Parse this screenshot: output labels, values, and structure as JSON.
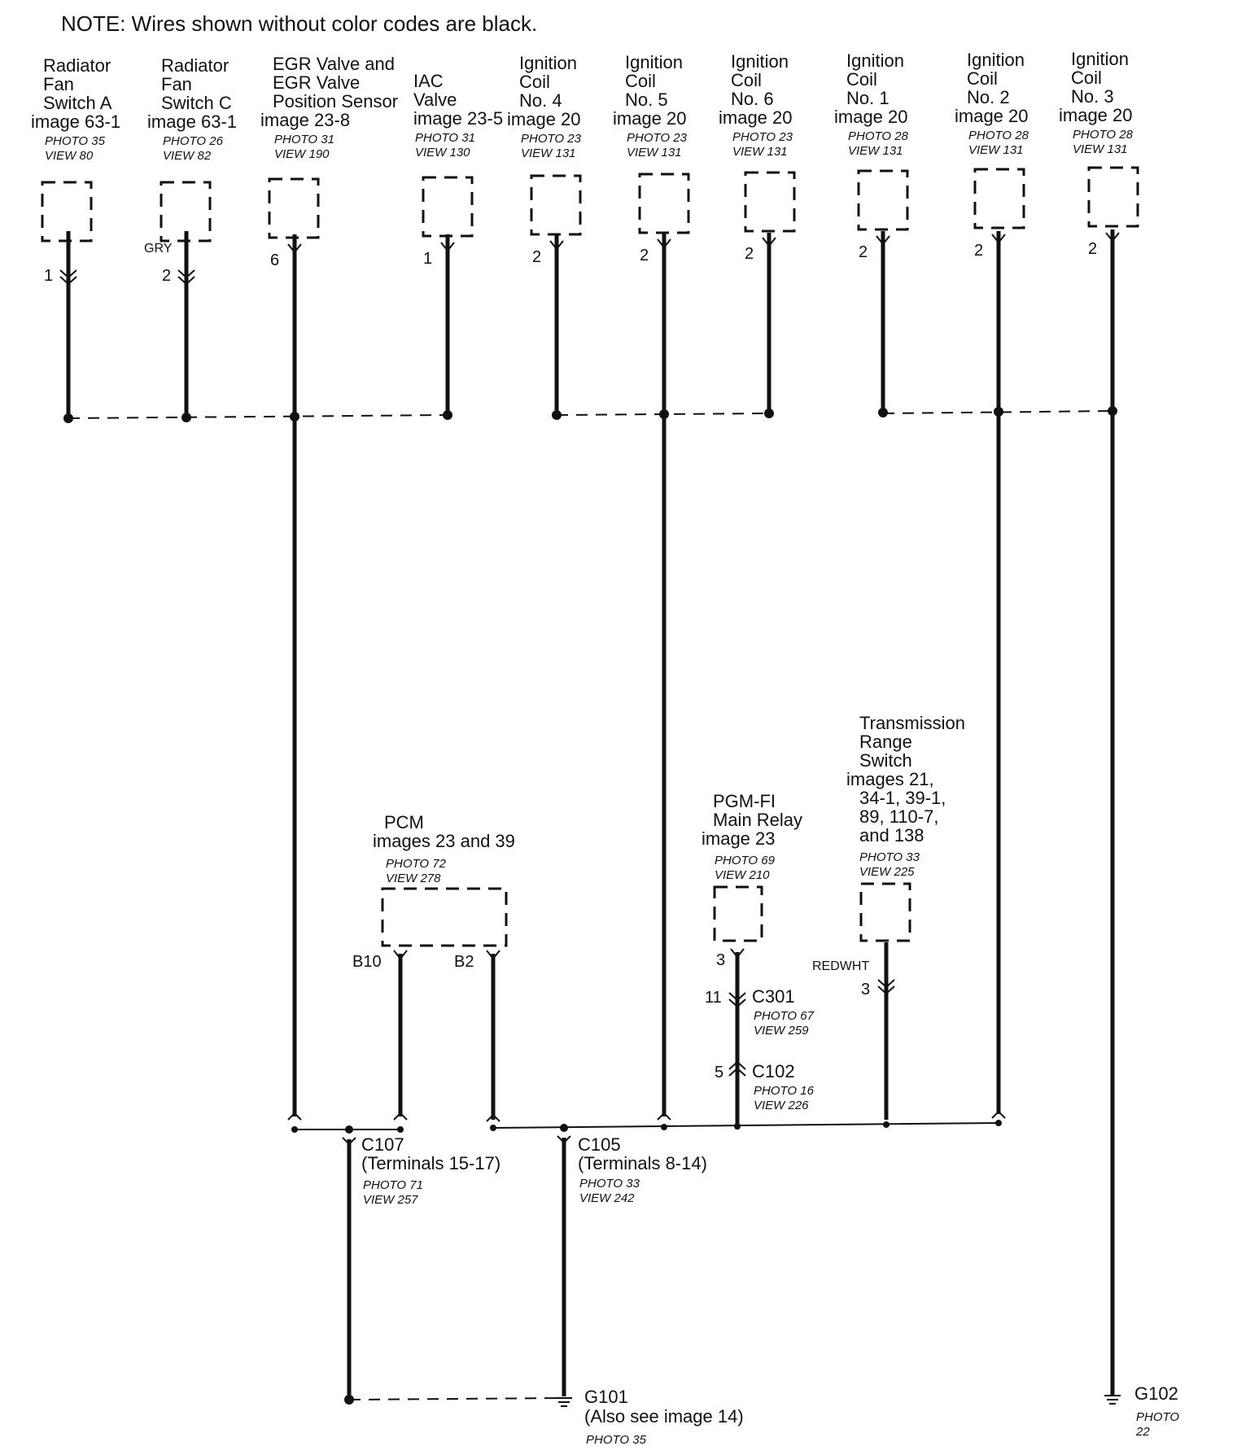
{
  "note": "NOTE: Wires shown without color codes are black.",
  "components": [
    {
      "id": "rfsa",
      "lines": [
        "Radiator",
        "Fan",
        "Switch A",
        "image 63-1"
      ],
      "photo": "PHOTO 35",
      "view": "VIEW 80",
      "pin": "1",
      "wire_color": ""
    },
    {
      "id": "rfsc",
      "lines": [
        "Radiator",
        "Fan",
        "Switch C",
        "image 63-1"
      ],
      "photo": "PHOTO 26",
      "view": "VIEW 82",
      "pin": "2",
      "wire_color": "GRY"
    },
    {
      "id": "egr",
      "lines": [
        "EGR Valve and",
        "EGR Valve",
        "Position Sensor",
        "image 23-8"
      ],
      "photo": "PHOTO 31",
      "view": "VIEW 190",
      "pin": "6",
      "wire_color": ""
    },
    {
      "id": "iac",
      "lines": [
        "IAC",
        "Valve",
        "image 23-5"
      ],
      "photo": "PHOTO 31",
      "view": "VIEW 130",
      "pin": "1",
      "wire_color": ""
    },
    {
      "id": "ic4",
      "lines": [
        "Ignition",
        "Coil",
        "No. 4",
        "image 20"
      ],
      "photo": "PHOTO 23",
      "view": "VIEW 131",
      "pin": "2",
      "wire_color": ""
    },
    {
      "id": "ic5",
      "lines": [
        "Ignition",
        "Coil",
        "No. 5",
        "image 20"
      ],
      "photo": "PHOTO 23",
      "view": "VIEW 131",
      "pin": "2",
      "wire_color": ""
    },
    {
      "id": "ic6",
      "lines": [
        "Ignition",
        "Coil",
        "No. 6",
        "image 20"
      ],
      "photo": "PHOTO 23",
      "view": "VIEW 131",
      "pin": "2",
      "wire_color": ""
    },
    {
      "id": "ic1",
      "lines": [
        "Ignition",
        "Coil",
        "No. 1",
        "image 20"
      ],
      "photo": "PHOTO 28",
      "view": "VIEW 131",
      "pin": "2",
      "wire_color": ""
    },
    {
      "id": "ic2",
      "lines": [
        "Ignition",
        "Coil",
        "No. 2",
        "image 20"
      ],
      "photo": "PHOTO 28",
      "view": "VIEW 131",
      "pin": "2",
      "wire_color": ""
    },
    {
      "id": "ic3",
      "lines": [
        "Ignition",
        "Coil",
        "No. 3",
        "image 20"
      ],
      "photo": "PHOTO 28",
      "view": "VIEW 131",
      "pin": "2",
      "wire_color": ""
    }
  ],
  "pcm": {
    "lines": [
      "PCM",
      "images 23 and 39"
    ],
    "photo": "PHOTO 72",
    "view": "VIEW 278",
    "pin_b10": "B10",
    "pin_b2": "B2"
  },
  "main_relay": {
    "lines": [
      "PGM-FI",
      "Main Relay",
      "image 23"
    ],
    "photo": "PHOTO 69",
    "view": "VIEW 210",
    "pin": "3"
  },
  "trs": {
    "lines": [
      "Transmission",
      "Range",
      "Switch",
      "images 21,",
      "34-1, 39-1,",
      "89, 110-7,",
      "and 138"
    ],
    "photo": "PHOTO 33",
    "view": "VIEW 225",
    "pin": "3",
    "wire_color": "REDWHT"
  },
  "c301": {
    "name": "C301",
    "pin": "11",
    "photo": "PHOTO 67",
    "view": "VIEW 259"
  },
  "c102": {
    "name": "C102",
    "pin": "5",
    "photo": "PHOTO 16",
    "view": "VIEW 226"
  },
  "c107": {
    "name": "C107",
    "terminals": "(Terminals 15-17)",
    "photo": "PHOTO 71",
    "view": "VIEW 257"
  },
  "c105": {
    "name": "C105",
    "terminals": "(Terminals 8-14)",
    "photo": "PHOTO 33",
    "view": "VIEW 242"
  },
  "g101": {
    "name": "G101",
    "note": "(Also see image  14)",
    "photo": "PHOTO 35"
  },
  "g102": {
    "name": "G102",
    "photo": "PHOTO",
    "photo_num": "22"
  }
}
